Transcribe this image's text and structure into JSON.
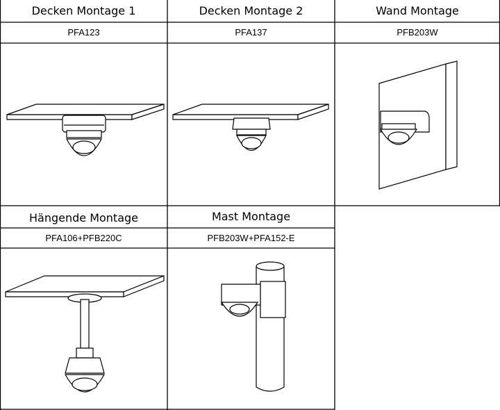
{
  "mounts": [
    {
      "title": "Decken Montage 1",
      "code": "PFA123"
    },
    {
      "title": "Decken Montage 2",
      "code": "PFA137"
    },
    {
      "title": "Wand Montage",
      "code": "PFB203W"
    },
    {
      "title": "Hängende Montage",
      "code": "PFA106+PFB220C"
    },
    {
      "title": "Mast Montage",
      "code": "PFB203W+PFA152-E"
    }
  ]
}
